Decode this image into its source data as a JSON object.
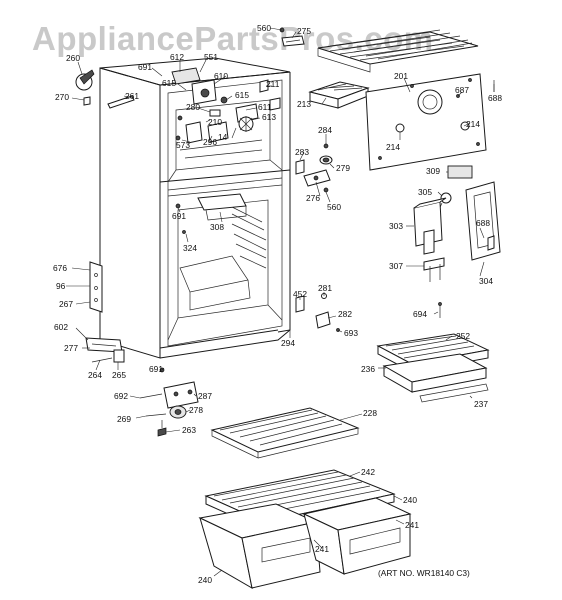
{
  "watermark": "AppliancePartsPros.com",
  "art_number": "(ART NO. WR18140 C3)",
  "callouts": {
    "c560a": "560",
    "c275": "275",
    "c612": "612",
    "c551": "551",
    "c691a": "691",
    "c260": "260",
    "c610": "610",
    "c615a": "615",
    "c270": "270",
    "c261": "261",
    "c211": "211",
    "c280": "280",
    "c615b": "615",
    "c611": "611",
    "c213": "213",
    "c201": "201",
    "c687": "687",
    "c688a": "688",
    "c210": "210",
    "c613": "613",
    "c14": "14",
    "c573": "573",
    "c296": "296",
    "c284": "284",
    "c214a": "214",
    "c214b": "214",
    "c283": "283",
    "c279": "279",
    "c309": "309",
    "c276": "276",
    "c560b": "560",
    "c305": "305",
    "c691b": "691",
    "c308": "308",
    "c324": "324",
    "c303": "303",
    "c688b": "688",
    "c676": "676",
    "c96": "96",
    "c307": "307",
    "c304": "304",
    "c267": "267",
    "c452": "452",
    "c281": "281",
    "c694": "694",
    "c282": "282",
    "c602": "602",
    "c294": "294",
    "c693": "693",
    "c252": "252",
    "c277": "277",
    "c264": "264",
    "c265": "265",
    "c236": "236",
    "c691c": "691",
    "c287": "287",
    "c237": "237",
    "c692": "692",
    "c278": "278",
    "c269": "269",
    "c263": "263",
    "c228": "228",
    "c242": "242",
    "c240a": "240",
    "c241a": "241",
    "c241b": "241",
    "c240b": "240"
  }
}
